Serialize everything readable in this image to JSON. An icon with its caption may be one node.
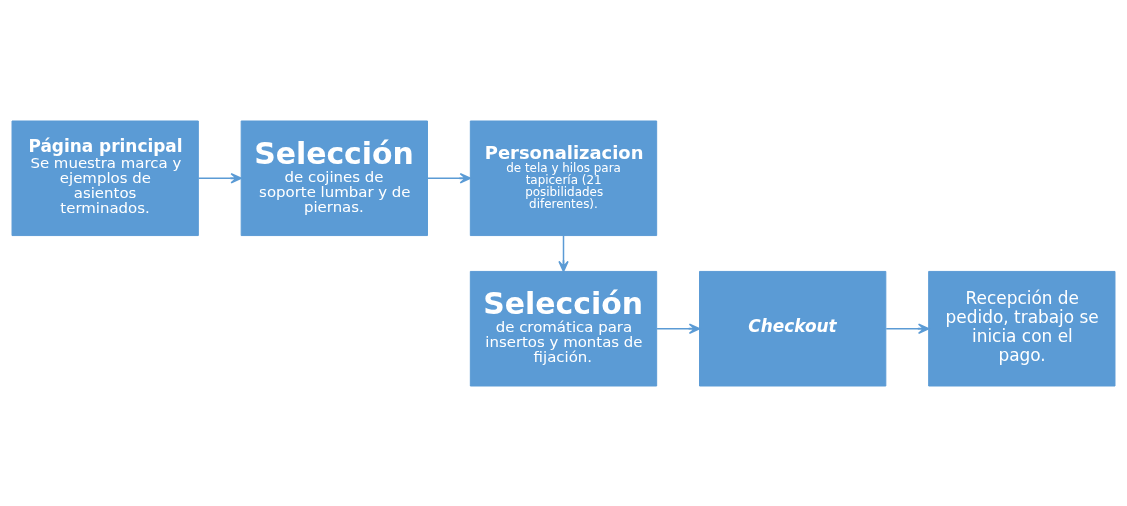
{
  "diagram": {
    "nodes": [
      {
        "text": [
          "Página principal",
          "Se muestra marca y ejemplos de asientos terminados."
        ]
      },
      {
        "text": [
          "Selección",
          "de cojines de soporte lumbar y de piernas."
        ]
      },
      {
        "text": [
          "Personalizacion",
          "de tela y hilos para tapicería (21 posibilidades diferentes)."
        ]
      },
      {
        "text": [
          "Selección",
          "de cromática para insertos y montas de fijación."
        ]
      },
      {
        "text": [
          "Checkout"
        ]
      },
      {
        "text": [
          "Recepción de pedido, trabajo se inicia con el pago."
        ]
      }
    ],
    "edges": [
      {
        "from": 0,
        "to": 1,
        "arrow": "to"
      },
      {
        "from": 1,
        "to": 2,
        "arrow": "to"
      },
      {
        "from": 2,
        "to": 3,
        "arrow": "to"
      },
      {
        "from": 3,
        "to": 4,
        "arrow": "to"
      },
      {
        "from": 4,
        "to": 5,
        "arrow": "to"
      }
    ]
  }
}
